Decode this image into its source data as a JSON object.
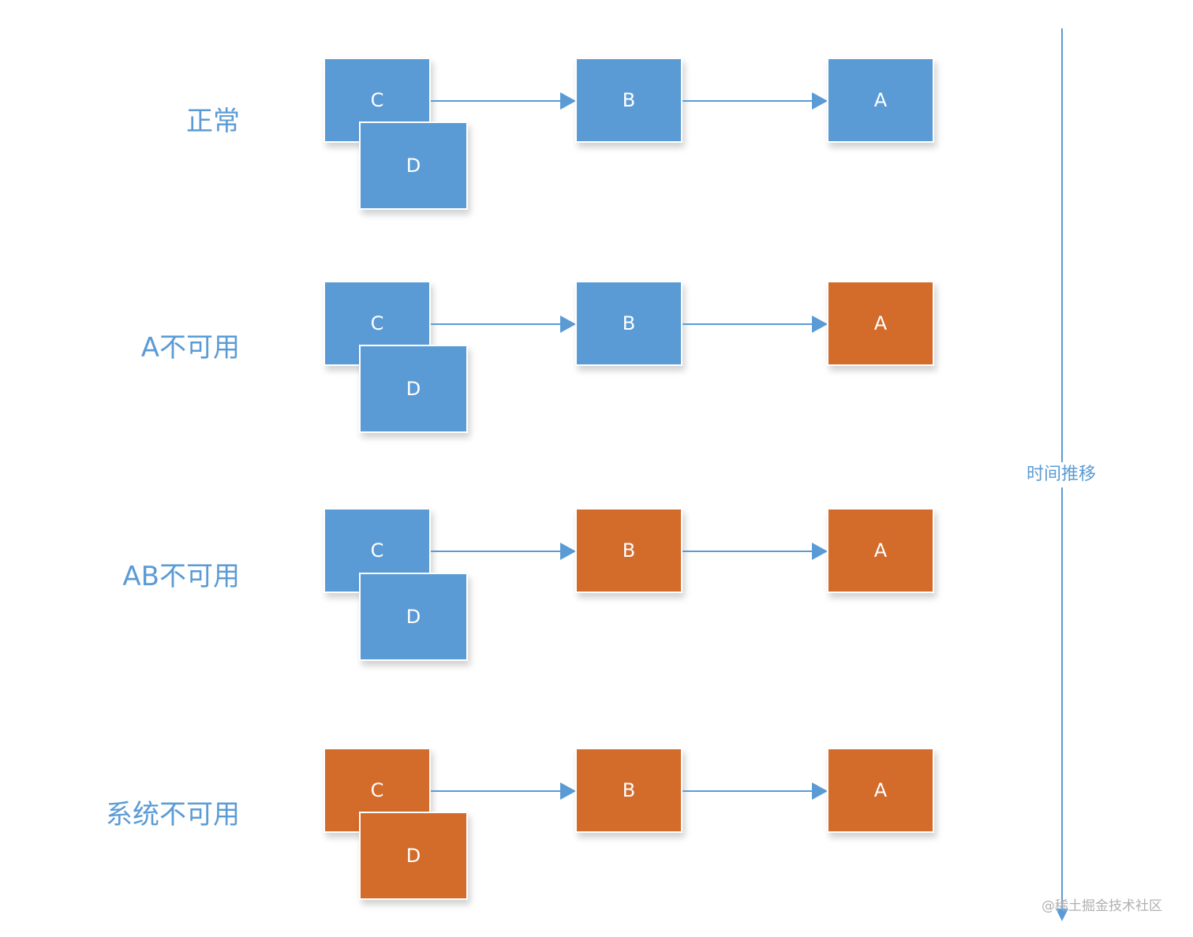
{
  "colors": {
    "normal": "#5b9bd5",
    "unavailable": "#d36b2b",
    "label_text": "#5b9bd5"
  },
  "rows": [
    {
      "label": "正常",
      "nodes": {
        "C": "C",
        "D": "D",
        "B": "B",
        "A": "A"
      },
      "status": {
        "C": "normal",
        "D": "normal",
        "B": "normal",
        "A": "normal"
      }
    },
    {
      "label": "A不可用",
      "nodes": {
        "C": "C",
        "D": "D",
        "B": "B",
        "A": "A"
      },
      "status": {
        "C": "normal",
        "D": "normal",
        "B": "normal",
        "A": "unavailable"
      }
    },
    {
      "label": "AB不可用",
      "nodes": {
        "C": "C",
        "D": "D",
        "B": "B",
        "A": "A"
      },
      "status": {
        "C": "normal",
        "D": "normal",
        "B": "unavailable",
        "A": "unavailable"
      }
    },
    {
      "label": "系统不可用",
      "nodes": {
        "C": "C",
        "D": "D",
        "B": "B",
        "A": "A"
      },
      "status": {
        "C": "unavailable",
        "D": "unavailable",
        "B": "unavailable",
        "A": "unavailable"
      }
    }
  ],
  "timeline": {
    "label": "时间推移"
  },
  "watermark": "@稀土掘金技术社区"
}
